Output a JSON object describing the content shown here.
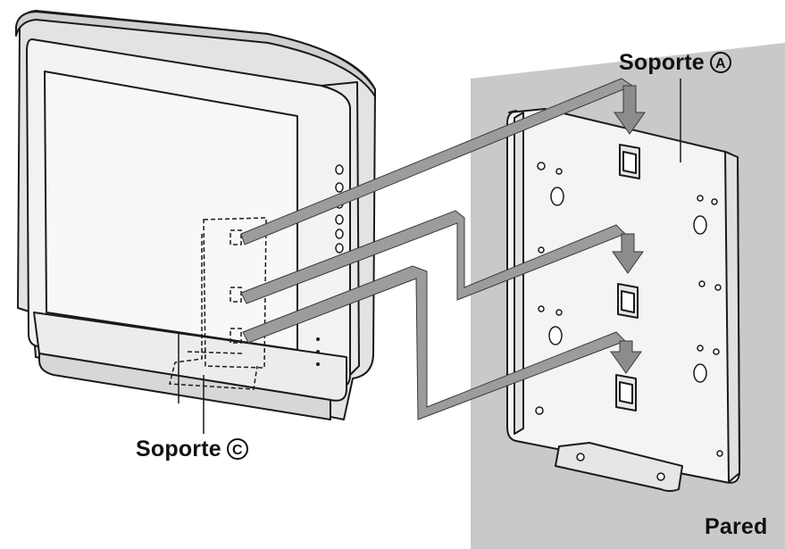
{
  "labels": {
    "bracket_a": {
      "word": "Soporte",
      "mark": "A"
    },
    "bracket_c": {
      "word": "Soporte",
      "mark": "C"
    },
    "wall": "Pared"
  },
  "colors": {
    "wall": "#c8c8c8",
    "tv_bezel": "#f2f2f2",
    "tv_frame_shade": "#dcdcdc",
    "leader_bands": "#9a9a9a",
    "arrows": "#8a8a8a",
    "outline": "#1a1a1a"
  },
  "icons": [
    "down-arrow-icon",
    "circled-letter-a",
    "circled-letter-c"
  ]
}
